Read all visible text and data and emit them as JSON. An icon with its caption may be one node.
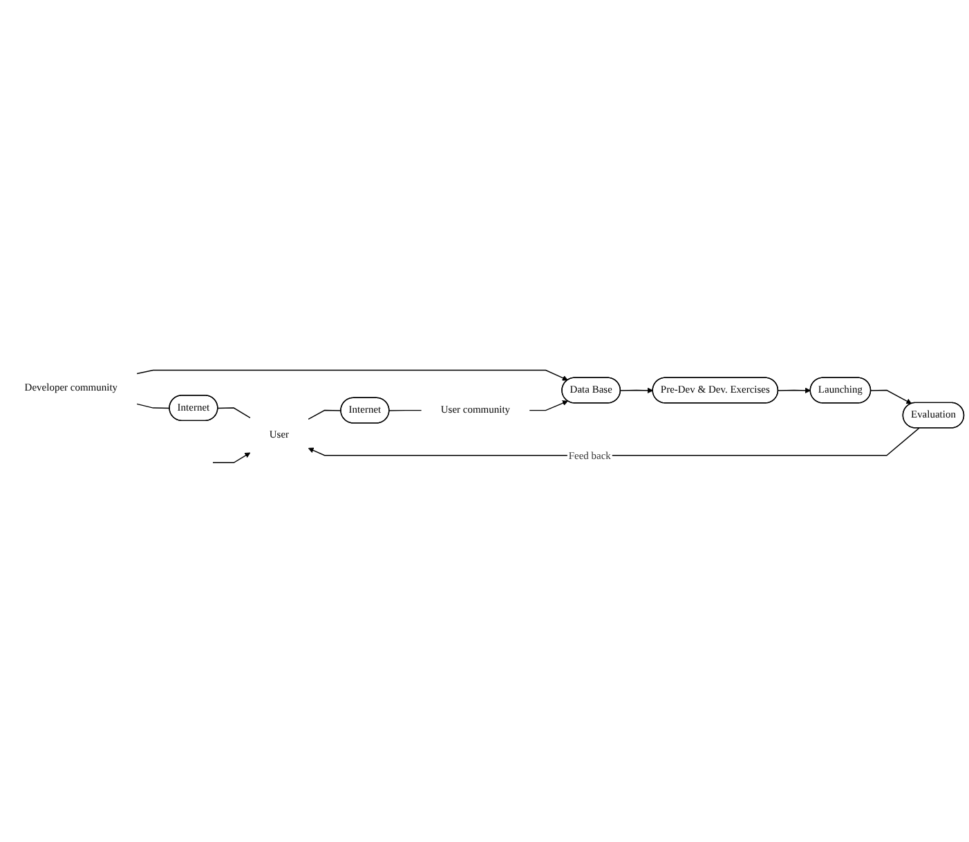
{
  "diagram": {
    "nodes": [
      {
        "text": [
          "Developer community"
        ]
      },
      {
        "text": [
          "Internet"
        ]
      },
      {
        "text": [
          "User"
        ]
      },
      {
        "text": [
          "Internet"
        ]
      },
      {
        "text": [
          "User community"
        ]
      },
      {
        "text": [
          "Data Base"
        ]
      },
      {
        "text": [
          "Pre-Dev & Dev. Exercises"
        ]
      },
      {
        "text": [
          "Launching"
        ]
      },
      {
        "text": [
          "Evaluation"
        ]
      }
    ],
    "edges": [
      {
        "from": 0,
        "to": 1,
        "arrow": "none"
      },
      {
        "from": 1,
        "to": 2,
        "arrow": "none"
      },
      {
        "from": 2,
        "to": 3,
        "arrow": "none"
      },
      {
        "from": 3,
        "to": 4,
        "arrow": "none"
      },
      {
        "from": 0,
        "to": 5,
        "arrow": "to"
      },
      {
        "from": 4,
        "to": 5,
        "arrow": "to"
      },
      {
        "from": 5,
        "to": 6,
        "arrow": "to"
      },
      {
        "from": 6,
        "to": 7,
        "arrow": "to"
      },
      {
        "from": 7,
        "to": 8,
        "arrow": "to"
      },
      {
        "from": 8,
        "to": 2,
        "arrow": "to",
        "label": "Feed back"
      },
      {
        "from": null,
        "to": 2,
        "arrow": "to"
      }
    ]
  }
}
